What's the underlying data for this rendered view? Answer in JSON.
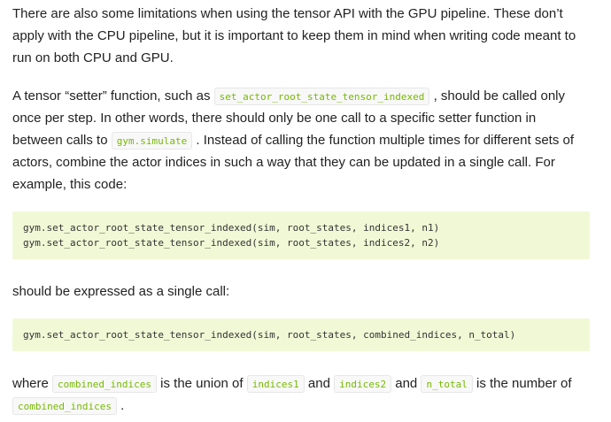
{
  "page": {
    "background_color": "#ffffff",
    "text_color": "#222222",
    "inline_code_color": "#76b900",
    "inline_code_bg": "#f8f8f8",
    "codeblock_bg": "#f1f8d6"
  },
  "article": {
    "p1": {
      "text": "There are also some limitations when using the tensor API with the GPU pipeline. These don’t apply with the CPU pipeline, but it is important to keep them in mind when writing code meant to run on both CPU and GPU."
    },
    "p2": {
      "segments": [
        {
          "type": "text",
          "text": "A tensor “setter” function, such as "
        },
        {
          "type": "code",
          "text": "set_actor_root_state_tensor_indexed"
        },
        {
          "type": "text",
          "text": " , should be called only once per step. In other words, there should only be one call to a specific setter function in between calls to "
        },
        {
          "type": "code",
          "text": "gym.simulate"
        },
        {
          "type": "text",
          "text": " . Instead of calling the function multiple times for different sets of actors, combine the actor indices in such a way that they can be updated in a single call. For example, this code:"
        }
      ]
    },
    "codeblock1": {
      "lines": [
        "gym.set_actor_root_state_tensor_indexed(sim, root_states, indices1, n1)",
        "gym.set_actor_root_state_tensor_indexed(sim, root_states, indices2, n2)"
      ]
    },
    "p3": {
      "text": "should be expressed as a single call:"
    },
    "codeblock2": {
      "lines": [
        "gym.set_actor_root_state_tensor_indexed(sim, root_states, combined_indices, n_total)"
      ]
    },
    "p4": {
      "segments": [
        {
          "type": "text",
          "text": "where "
        },
        {
          "type": "code",
          "text": "combined_indices"
        },
        {
          "type": "text",
          "text": " is the union of "
        },
        {
          "type": "code",
          "text": "indices1"
        },
        {
          "type": "text",
          "text": " and "
        },
        {
          "type": "code",
          "text": "indices2"
        },
        {
          "type": "text",
          "text": " and "
        },
        {
          "type": "code",
          "text": "n_total"
        },
        {
          "type": "text",
          "text": " is the number of "
        },
        {
          "type": "code",
          "text": "combined_indices"
        },
        {
          "type": "text",
          "text": " ."
        }
      ]
    }
  }
}
